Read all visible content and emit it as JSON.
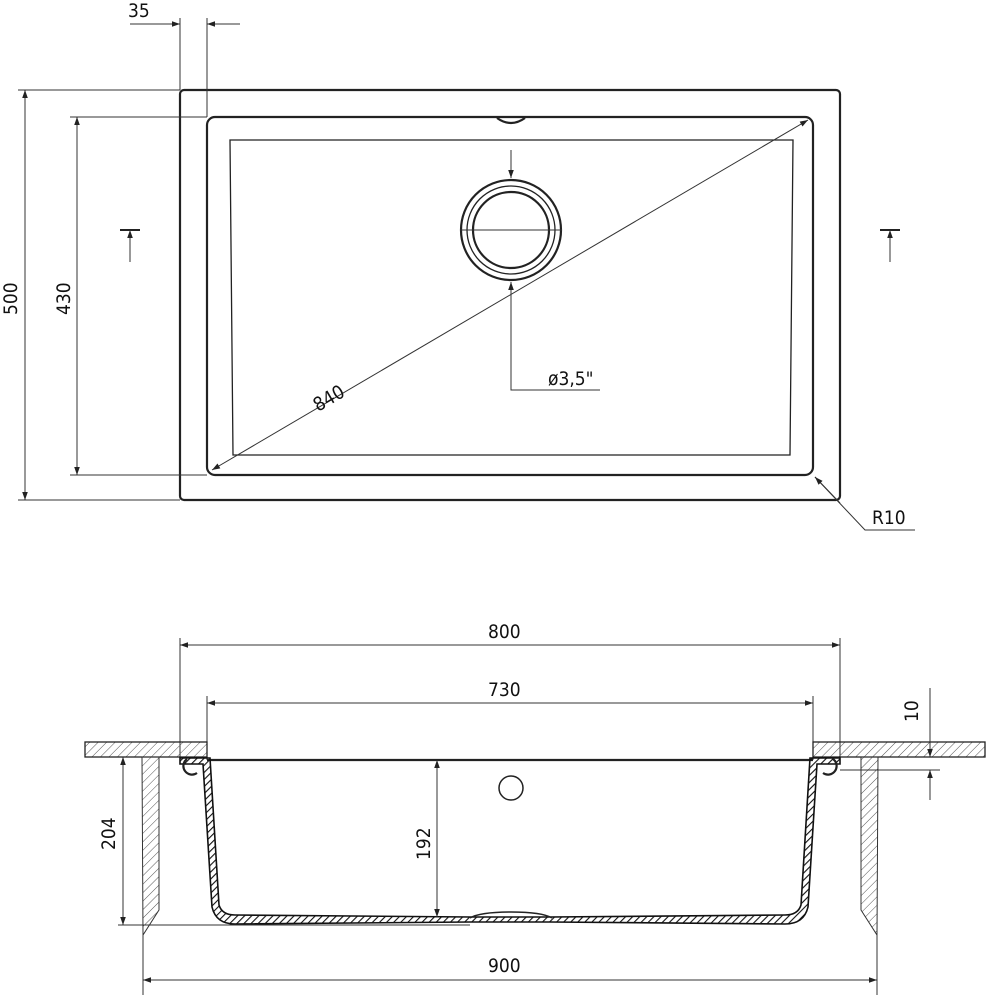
{
  "top_view": {
    "dim_flange": "35",
    "dim_outer_depth": "500",
    "dim_inner_depth": "430",
    "dim_diagonal": "840",
    "dim_drain": "ø3,5\"",
    "dim_radius": "R10"
  },
  "section_view": {
    "dim_outer_width": "800",
    "dim_inner_width": "730",
    "dim_counter": "10",
    "dim_total_depth": "204",
    "dim_bowl_depth": "192",
    "dim_cabinet_width": "900"
  },
  "colors": {
    "line": "#222222",
    "background": "#ffffff"
  }
}
